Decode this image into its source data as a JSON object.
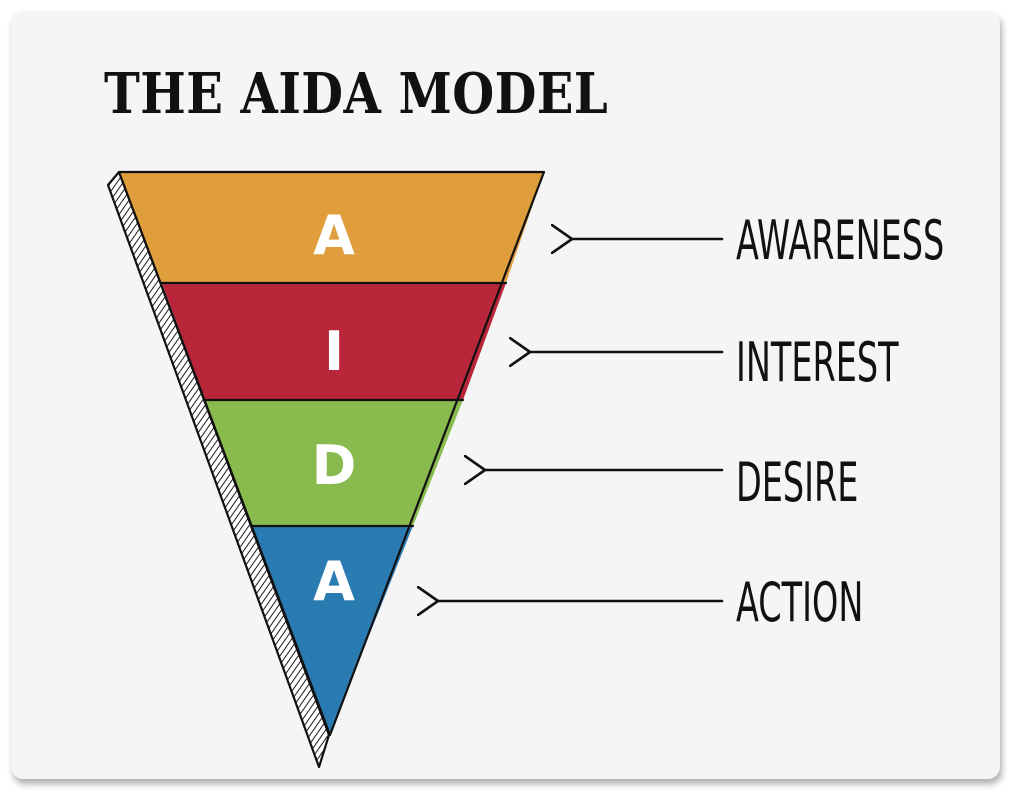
{
  "title": "THE AIDA MODEL",
  "stages": [
    {
      "letter": "A",
      "label": "AWARENESS",
      "color": "#df9d3c"
    },
    {
      "letter": "I",
      "label": "INTEREST",
      "color": "#b9263a"
    },
    {
      "letter": "D",
      "label": "DESIRE",
      "color": "#89ba4d"
    },
    {
      "letter": "A",
      "label": "ACTION",
      "color": "#2b7bb3"
    }
  ]
}
